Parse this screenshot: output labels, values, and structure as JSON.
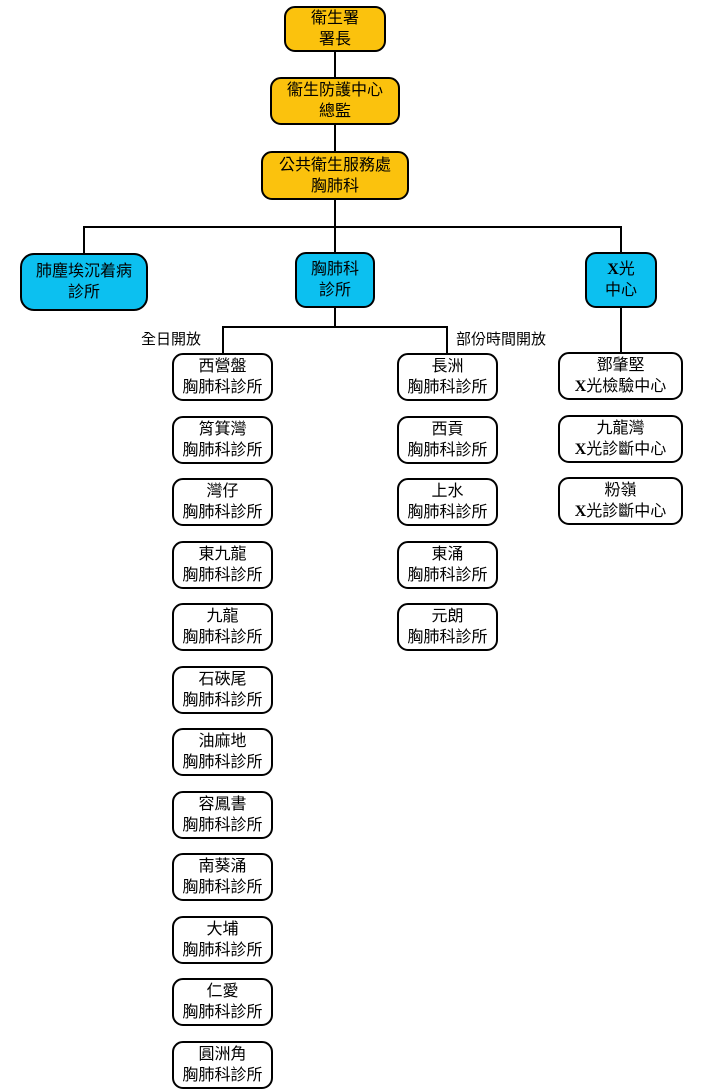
{
  "colors": {
    "orange": "#FBC20D",
    "blue": "#0CC0F0",
    "box_border": "#000000",
    "clinic_bg": "#FFFFFF"
  },
  "hierarchy": {
    "top": [
      {
        "line1": "衛生署",
        "line2": "署長"
      },
      {
        "line1": "衞生防護中心",
        "line2": "總監"
      },
      {
        "line1": "公共衛生服務處",
        "line2": "胸肺科"
      }
    ],
    "branches": [
      {
        "line1": "肺塵埃沉着病",
        "line2": "診所"
      },
      {
        "line1": "胸肺科",
        "line2": "診所"
      },
      {
        "line1": "X光",
        "line2": "中心"
      }
    ],
    "group_labels": {
      "full_time": "全日開放",
      "part_time": "部份時間開放"
    },
    "full_time_clinics": [
      {
        "line1": "西營盤",
        "line2": "胸肺科診所"
      },
      {
        "line1": "筲箕灣",
        "line2": "胸肺科診所"
      },
      {
        "line1": "灣仔",
        "line2": "胸肺科診所"
      },
      {
        "line1": "東九龍",
        "line2": "胸肺科診所"
      },
      {
        "line1": "九龍",
        "line2": "胸肺科診所"
      },
      {
        "line1": "石硤尾",
        "line2": "胸肺科診所"
      },
      {
        "line1": "油麻地",
        "line2": "胸肺科診所"
      },
      {
        "line1": "容鳳書",
        "line2": "胸肺科診所"
      },
      {
        "line1": "南葵涌",
        "line2": "胸肺科診所"
      },
      {
        "line1": "大埔",
        "line2": "胸肺科診所"
      },
      {
        "line1": "仁愛",
        "line2": "胸肺科診所"
      },
      {
        "line1": "圓洲角",
        "line2": "胸肺科診所"
      }
    ],
    "part_time_clinics": [
      {
        "line1": "長洲",
        "line2": "胸肺科診所"
      },
      {
        "line1": "西貢",
        "line2": "胸肺科診所"
      },
      {
        "line1": "上水",
        "line2": "胸肺科診所"
      },
      {
        "line1": "東涌",
        "line2": "胸肺科診所"
      },
      {
        "line1": "元朗",
        "line2": "胸肺科診所"
      }
    ],
    "xray_centres": [
      {
        "line1": "鄧肇堅",
        "line2": "X光檢驗中心"
      },
      {
        "line1": "九龍灣",
        "line2": "X光診斷中心"
      },
      {
        "line1": "粉嶺",
        "line2": "X光診斷中心"
      }
    ]
  }
}
